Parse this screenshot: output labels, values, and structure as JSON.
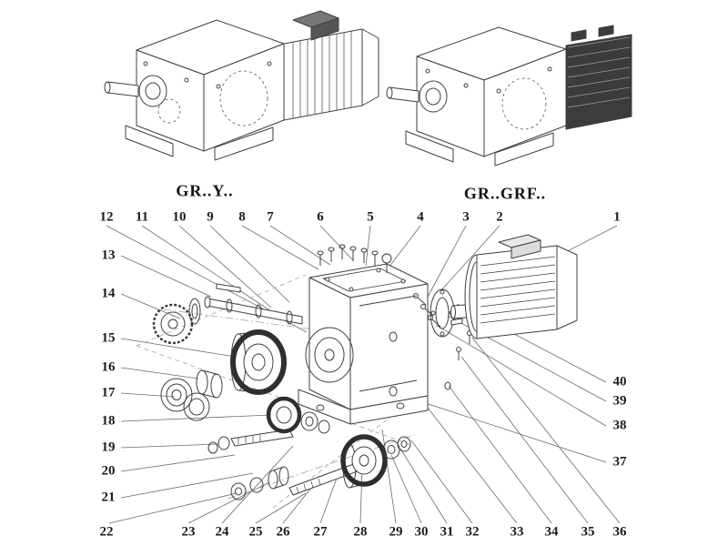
{
  "variants": {
    "left": "GR..Y..",
    "right": "GR..GRF.."
  },
  "callouts": {
    "top": [
      "12",
      "11",
      "10",
      "9",
      "8",
      "7",
      "6",
      "5",
      "4",
      "3",
      "2",
      "1"
    ],
    "left": [
      "13",
      "14",
      "15",
      "16",
      "17",
      "18",
      "19",
      "20",
      "21"
    ],
    "bottom": [
      "22",
      "23",
      "24",
      "25",
      "26",
      "27",
      "28",
      "29",
      "30",
      "31",
      "32",
      "33",
      "34",
      "35",
      "36"
    ],
    "right": [
      "40",
      "39",
      "38",
      "37"
    ]
  }
}
